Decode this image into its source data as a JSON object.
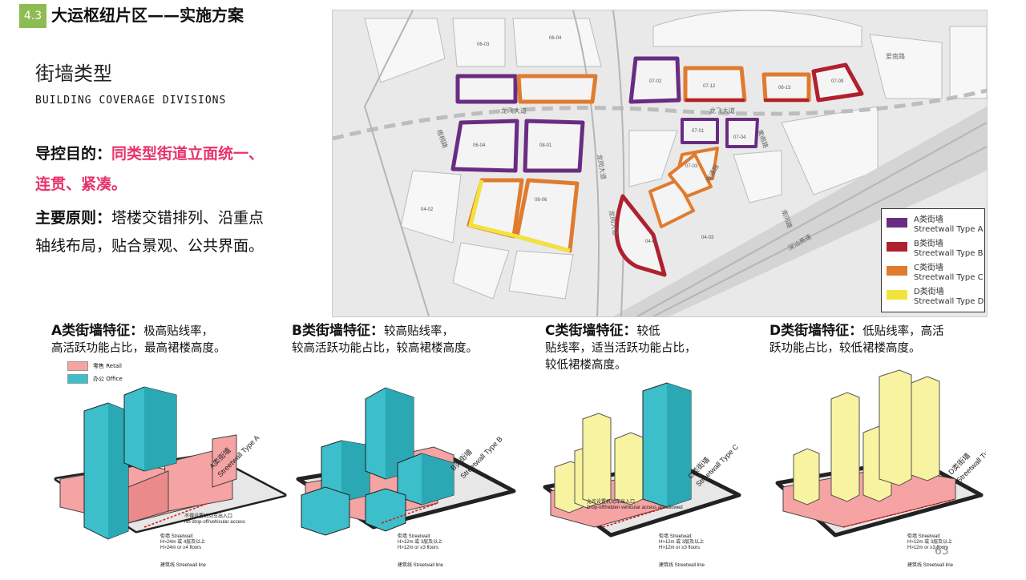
{
  "header": {
    "section_number": "4.3",
    "title": "大运枢纽片区——实施方案"
  },
  "section": {
    "title": "街墙类型",
    "subtitle": "BUILDING COVERAGE DIVISIONS"
  },
  "control": {
    "label": "导控目的：",
    "text1": "同类型街道立面统一、",
    "text2": "连贯、紧凑。"
  },
  "principle": {
    "label": "主要原则：",
    "text1": "塔楼交错排列、沿重点",
    "text2": "轴线布局，贴合景观、公共界面。"
  },
  "legend": {
    "items": [
      {
        "cn": "A类街墙",
        "en": "Streetwall Type A",
        "color": "#6a2c82"
      },
      {
        "cn": "B类街墙",
        "en": "Streetwall Type B",
        "color": "#b0202e"
      },
      {
        "cn": "C类街墙",
        "en": "Streetwall Type C",
        "color": "#e07b2e"
      },
      {
        "cn": "D类街墙",
        "en": "Streetwall Type D",
        "color": "#f2e33c"
      }
    ]
  },
  "map": {
    "roads": [
      "龙飞大道",
      "龙飞大道",
      "爱南路",
      "龙岗大道",
      "龙岗大道",
      "梧桐路",
      "黄阁路",
      "南通路",
      "南同路",
      "深汕高速"
    ],
    "lot_codes": [
      "06-03",
      "06-04",
      "06-04",
      "08-01",
      "08-06",
      "07-02",
      "07-12",
      "06-13",
      "07-09",
      "07-01",
      "07-04",
      "07-03",
      "04-01",
      "04-02",
      "04-03"
    ]
  },
  "types": [
    {
      "title": "A类街墙特征：",
      "desc1": "极高贴线率，",
      "desc2": "高活跃功能占比，最高裙楼高度。"
    },
    {
      "title": "B类街墙特征：",
      "desc1": "较高贴线率，",
      "desc2": "较高活跃功能占比，较高裙楼高度。"
    },
    {
      "title": "C类街墙特征：",
      "desc1": "较低",
      "desc2": "贴线率，适当活跃功能占比，",
      "desc3": "较低裙楼高度。"
    },
    {
      "title": "D类街墙特征：",
      "desc1": "低贴线率，高活",
      "desc2": "跃功能占比，较低裙楼高度。"
    }
  ],
  "diagram_key": {
    "retail": "零售 Retail",
    "office": "办公 Office",
    "colors": {
      "retail": "#f5a3a3",
      "office": "#3cbfcb",
      "residential": "#f7f3a0"
    }
  },
  "diagram_labels": {
    "a": {
      "streetwall": "A类街墙",
      "type": "Streetwall Type A",
      "n1": "不得设置机动车出入口",
      "n2": "No drop-off/vehicular access",
      "n3": "街墙 Streetwall:",
      "n4": "H>24m 或 4层及以上",
      "n5": "H>24m or ≥4 floors",
      "n6": "建筑线 Streetwall line"
    },
    "b": {
      "streetwall": "B类街墙",
      "type": "Streetwall Type B",
      "n1": "街墙 Streetwall:",
      "n2": "H>12m 或 3层及以上",
      "n3": "H>12m or ≥3 floors",
      "n4": "建筑线 Streetwall line"
    },
    "c": {
      "streetwall": "C类街墙",
      "type": "Streetwall Type C",
      "n1": "允许设置机动车出入口",
      "n2": "Drop-off/hidden vehicular access are allowed",
      "n3": "街墙 Streetwall:",
      "n4": "H>12m 或 3层及以上",
      "n5": "H>12m or ≥3 floors",
      "n6": "建筑线 Streetwall line"
    },
    "d": {
      "streetwall": "D类街墙",
      "type": "Streetwall Type D",
      "n1": "街墙 Streetwall:",
      "n2": "H>12m 或 3层及以上",
      "n3": "H>12m or ≥3 floors",
      "n4": "建筑线 Streetwall line"
    }
  },
  "page_number": "63"
}
